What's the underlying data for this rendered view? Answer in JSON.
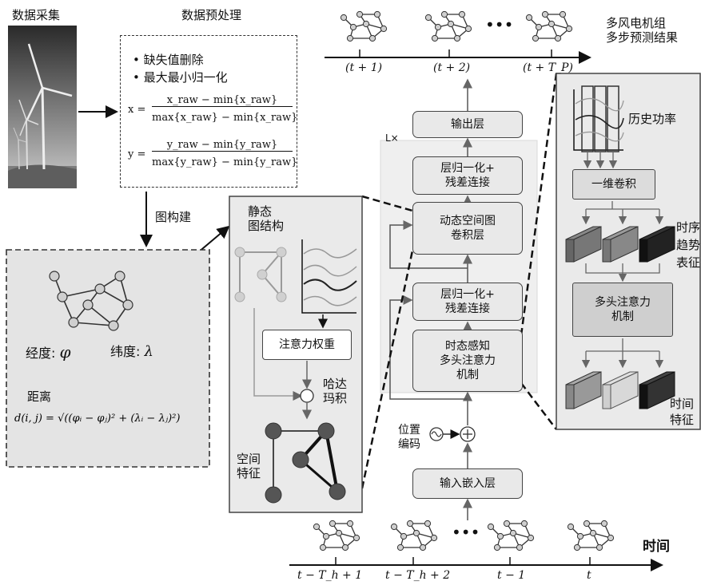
{
  "titles": {
    "collect": "数据采集",
    "preprocess": "数据预处理",
    "graph_build": "图构建",
    "result": [
      "多风电机组",
      "多步预测结果"
    ],
    "time_axis": "时间"
  },
  "preprocess": {
    "bullets": [
      "缺失值删除",
      "最大最小归一化"
    ],
    "eq_x": {
      "lhs": "x =",
      "num": "x_raw − min{x_raw}",
      "den": "max{x_raw} − min{x_raw}"
    },
    "eq_y": {
      "lhs": "y =",
      "num": "y_raw − min{y_raw}",
      "den": "max{y_raw} − min{y_raw}"
    }
  },
  "graph_panel": {
    "lon_label": "经度:",
    "lon_sym": "φ",
    "lat_label": "纬度:",
    "lat_sym": "λ",
    "dist_label": "距离",
    "dist_formula": "d(i, j) = √((φᵢ − φⱼ)² + (λᵢ − λⱼ)²)"
  },
  "spatial_panel": {
    "static_graph": [
      "静态",
      "图结构"
    ],
    "attention_weight": "注意力权重",
    "hadamard": [
      "哈达",
      "玛积"
    ],
    "spatial_feature": [
      "空间",
      "特征"
    ]
  },
  "model": {
    "repeat": "L×",
    "output_layer": "输出层",
    "norm_res_top": [
      "层归一化+",
      "残差连接"
    ],
    "dyn_gcn": [
      "动态空间图",
      "卷积层"
    ],
    "norm_res_bottom": [
      "层归一化+",
      "残差连接"
    ],
    "temporal_attn": [
      "时态感知",
      "多头注意力",
      "机制"
    ],
    "pos_enc": [
      "位置",
      "编码"
    ],
    "input_embed": "输入嵌入层"
  },
  "temporal_panel": {
    "history_power": "历史功率",
    "conv1d": "一维卷积",
    "trend_repr": [
      "时序",
      "趋势",
      "表征"
    ],
    "mha": [
      "多头注意力",
      "机制"
    ],
    "time_feature": [
      "时间",
      "特征"
    ]
  },
  "top_axis": {
    "ticks": [
      "(t + 1)",
      "(t + 2)",
      "(t + T_P)"
    ]
  },
  "bottom_axis": {
    "ticks": [
      "t − T_h + 1",
      "t − T_h + 2",
      "t − 1",
      "t"
    ]
  },
  "ellipsis": "•••",
  "colors": {
    "box_fill": "#e9e9e9",
    "panel_fill": "#e4e4e4",
    "node_dark": "#555555",
    "node_light": "#cfcfcf"
  }
}
